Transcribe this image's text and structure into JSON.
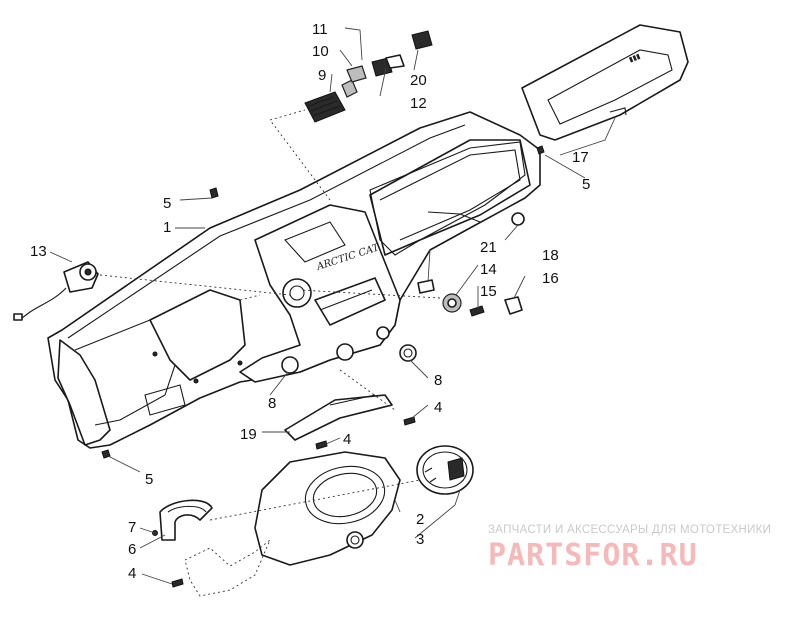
{
  "callouts": [
    {
      "id": "c11",
      "text": "11"
    },
    {
      "id": "c10",
      "text": "10"
    },
    {
      "id": "c9",
      "text": "9"
    },
    {
      "id": "c20",
      "text": "20"
    },
    {
      "id": "c12",
      "text": "12"
    },
    {
      "id": "c17",
      "text": "17"
    },
    {
      "id": "c5a",
      "text": "5"
    },
    {
      "id": "c5b",
      "text": "5"
    },
    {
      "id": "c1",
      "text": "1"
    },
    {
      "id": "c13",
      "text": "13"
    },
    {
      "id": "c18",
      "text": "18"
    },
    {
      "id": "c21",
      "text": "21"
    },
    {
      "id": "c14",
      "text": "14"
    },
    {
      "id": "c16",
      "text": "16"
    },
    {
      "id": "c15",
      "text": "15"
    },
    {
      "id": "c8a",
      "text": "8"
    },
    {
      "id": "c8b",
      "text": "8"
    },
    {
      "id": "c4a",
      "text": "4"
    },
    {
      "id": "c19",
      "text": "19"
    },
    {
      "id": "c4b",
      "text": "4"
    },
    {
      "id": "c5c",
      "text": "5"
    },
    {
      "id": "c2",
      "text": "2"
    },
    {
      "id": "c7",
      "text": "7"
    },
    {
      "id": "c3",
      "text": "3"
    },
    {
      "id": "c6",
      "text": "6"
    },
    {
      "id": "c4c",
      "text": "4"
    }
  ],
  "dash_logo": "ARCTIC CAT",
  "watermark": {
    "tagline": "ЗАПЧАСТИ И АКСЕССУАРЫ ДЛЯ МОТОТЕХНИКИ",
    "logo": "PARTSFOR.RU"
  }
}
